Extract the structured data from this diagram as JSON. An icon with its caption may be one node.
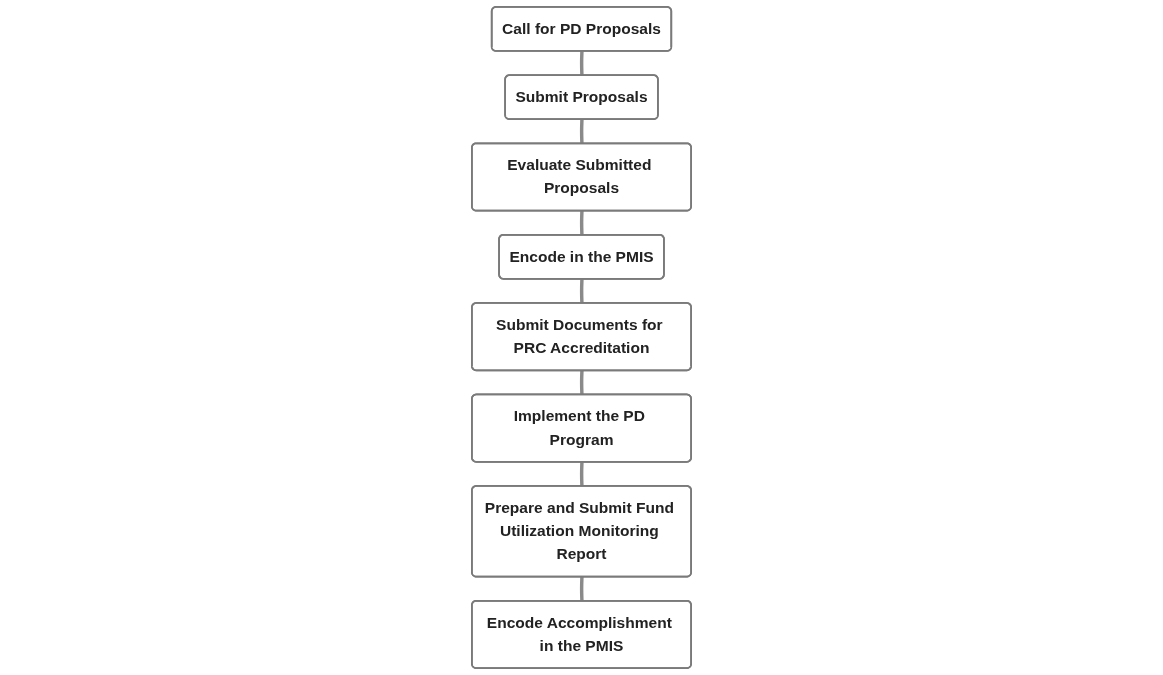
{
  "diagram": {
    "nodes": [
      {
        "text": [
          "Call for PD Proposals"
        ]
      },
      {
        "text": [
          "Submit Proposals"
        ]
      },
      {
        "text": [
          "Evaluate Submitted Proposals"
        ]
      },
      {
        "text": [
          "Encode in the PMIS"
        ]
      },
      {
        "text": [
          "Submit Documents for PRC Accreditation"
        ]
      },
      {
        "text": [
          "Implement the PD Program"
        ]
      },
      {
        "text": [
          "Prepare and Submit Fund Utilization Monitoring Report"
        ]
      },
      {
        "text": [
          "Encode Accomplishment in the PMIS"
        ]
      }
    ],
    "edges": [
      {
        "from": 0,
        "to": 1,
        "arrow": "none"
      },
      {
        "from": 1,
        "to": 2,
        "arrow": "none"
      },
      {
        "from": 2,
        "to": 3,
        "arrow": "none"
      },
      {
        "from": 3,
        "to": 4,
        "arrow": "none"
      },
      {
        "from": 4,
        "to": 5,
        "arrow": "none"
      },
      {
        "from": 5,
        "to": 6,
        "arrow": "none"
      },
      {
        "from": 6,
        "to": 7,
        "arrow": "none"
      }
    ]
  }
}
